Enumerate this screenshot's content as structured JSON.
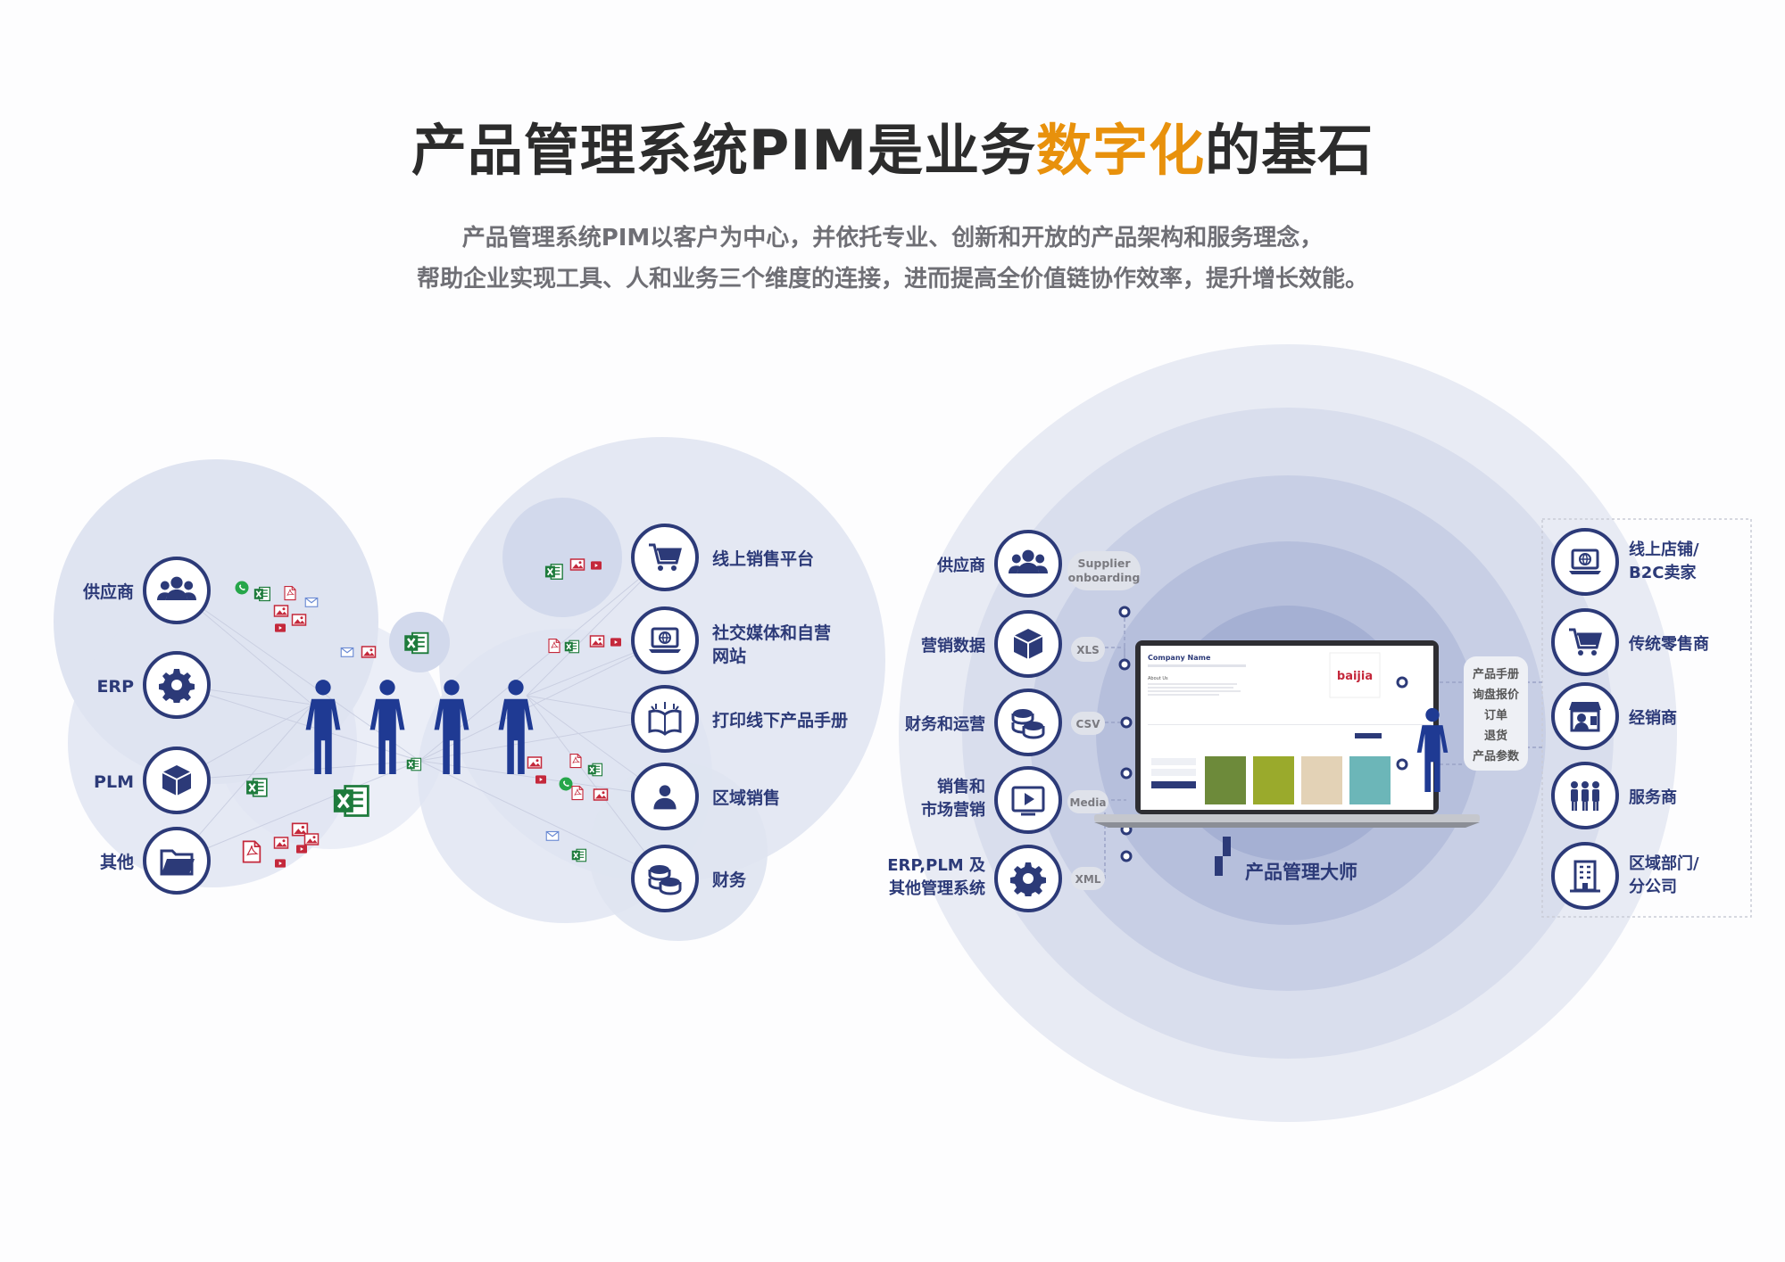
{
  "header": {
    "title_prefix": "产品管理系统PIM是业务",
    "title_highlight": "数字化",
    "title_suffix": "的基石",
    "subtitle_line1": "产品管理系统PIM以客户为中心，并依托专业、创新和开放的产品架构和服务理念，",
    "subtitle_line2": "帮助企业实现工具、人和业务三个维度的连接，进而提高全价值链协作效率，提升增长效能。"
  },
  "left_diagram": {
    "sources": [
      {
        "label": "供应商",
        "icon": "people-group-icon"
      },
      {
        "label": "ERP",
        "icon": "gear-icon"
      },
      {
        "label": "PLM",
        "icon": "box-icon"
      },
      {
        "label": "其他",
        "icon": "folder-icon"
      }
    ],
    "channels": [
      {
        "label": "线上销售平台",
        "icon": "shopping-cart-icon"
      },
      {
        "label_line1": "社交媒体和自营",
        "label_line2": "网站",
        "icon": "laptop-globe-icon"
      },
      {
        "label": "打印线下产品手册",
        "icon": "open-book-icon"
      },
      {
        "label": "区域销售",
        "icon": "user-icon"
      },
      {
        "label": "财务",
        "icon": "coins-icon"
      }
    ]
  },
  "right_diagram": {
    "inputs": [
      {
        "label": "供应商",
        "tag_line1": "Supplier",
        "tag_line2": "onboarding",
        "icon": "people-group-icon"
      },
      {
        "label": "营销数据",
        "tag": "XLS",
        "icon": "box-icon"
      },
      {
        "label": "财务和运营",
        "tag": "CSV",
        "icon": "coins-icon"
      },
      {
        "label_line1": "销售和",
        "label_line2": "市场营销",
        "tag": "Media",
        "icon": "play-screen-icon"
      },
      {
        "label_line1": "ERP,PLM 及",
        "label_line2": "其他管理系统",
        "tag": "XML",
        "icon": "gear-icon"
      }
    ],
    "laptop": {
      "company_name": "Company Name",
      "brand": "baijia",
      "about": "About Us"
    },
    "product_name": "产品管理大师",
    "outputs_panel": [
      "产品手册",
      "询盘报价",
      "订单",
      "退货",
      "产品参数"
    ],
    "channels": [
      {
        "label_line1": "线上店铺/",
        "label_line2": "B2C卖家",
        "icon": "laptop-globe-icon"
      },
      {
        "label": "传统零售商",
        "icon": "shopping-cart-icon"
      },
      {
        "label": "经销商",
        "icon": "store-person-icon"
      },
      {
        "label": "服务商",
        "icon": "team-icon"
      },
      {
        "label_line1": "区域部门/",
        "label_line2": "分公司",
        "icon": "building-icon"
      }
    ]
  },
  "colors": {
    "accent": "#e8910c",
    "navy": "#2c3a78",
    "bubble": "#dfe4f1",
    "ring_outer": "#e6e9f3"
  }
}
